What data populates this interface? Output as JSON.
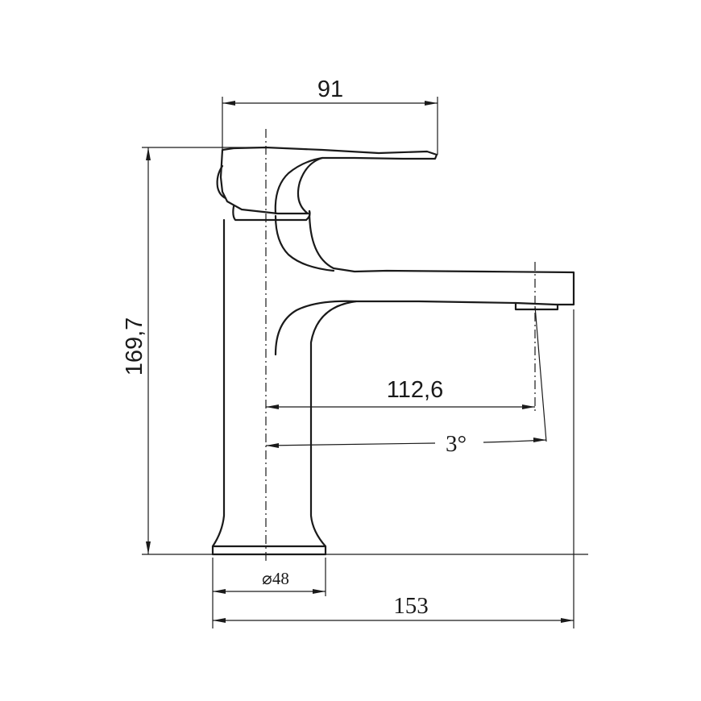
{
  "dimensions": {
    "handle_width": "91",
    "total_height": "169,7",
    "spout_reach": "112,6",
    "spout_angle": "3°",
    "base_diameter": "⌀48",
    "total_length": "153"
  },
  "colors": {
    "line": "#1a1a1a",
    "background": "#ffffff"
  }
}
